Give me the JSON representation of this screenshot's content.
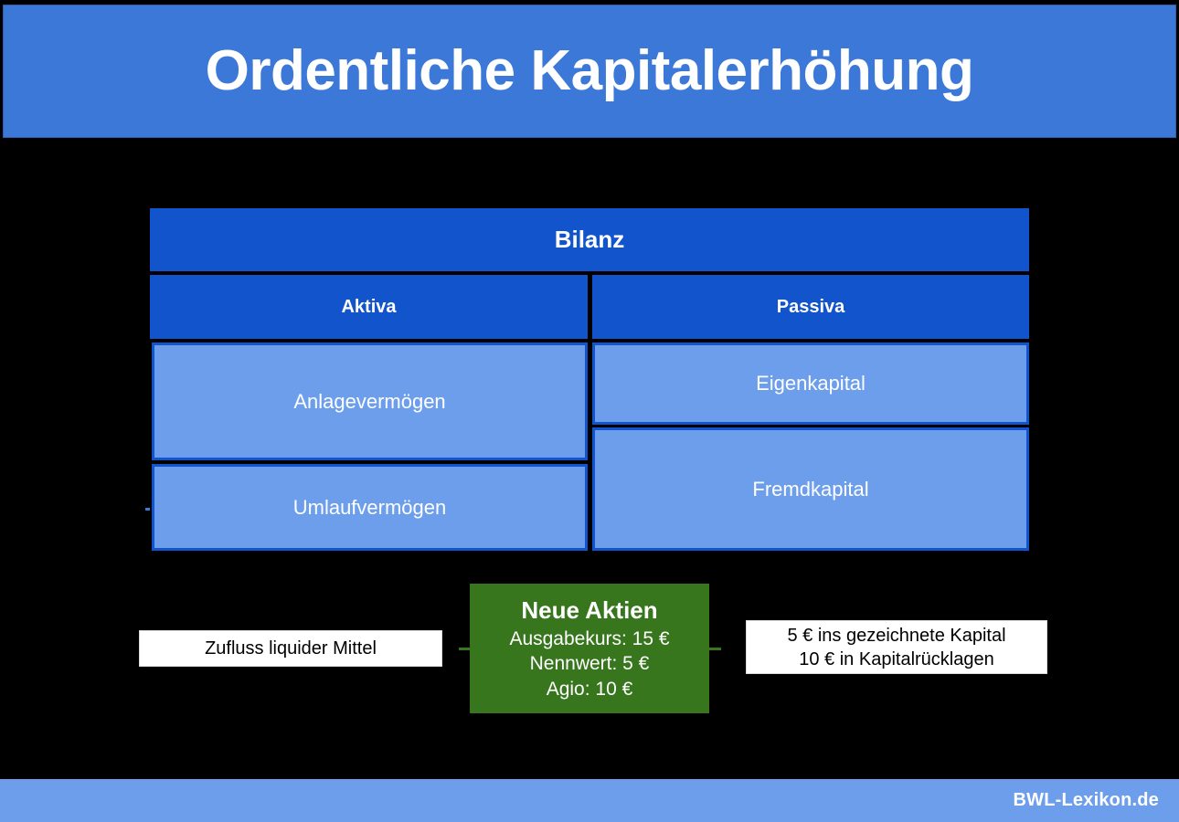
{
  "header": {
    "title": "Ordentliche Kapitalerhöhung",
    "background_color": "#3c78d8",
    "text_color": "#ffffff"
  },
  "balance_sheet": {
    "title": "Bilanz",
    "header_color": "#1154cc",
    "cell_color": "#6d9eeb",
    "columns": [
      {
        "name": "aktiva",
        "label": "Aktiva",
        "items": [
          {
            "name": "anlagevermoegen",
            "label": "Anlagevermögen"
          },
          {
            "name": "umlaufvermoegen",
            "label": "Umlaufvermögen"
          }
        ]
      },
      {
        "name": "passiva",
        "label": "Passiva",
        "items": [
          {
            "name": "eigenkapital",
            "label": "Eigenkapital"
          },
          {
            "name": "fremdkapital",
            "label": "Fremdkapital"
          }
        ]
      }
    ]
  },
  "new_shares": {
    "title": "Neue Aktien",
    "background_color": "#38761d",
    "lines": [
      "Ausgabekurs: 15 €",
      "Nennwert: 5 €",
      "Agio: 10 €"
    ]
  },
  "inflow_box": {
    "label": "Zufluss liquider Mittel"
  },
  "allocation_box": {
    "line1": "5 € ins gezeichnete Kapital",
    "line2": "10 € in Kapitalrücklagen"
  },
  "footer": {
    "brand": "BWL-Lexikon.de",
    "background_color": "#6d9eeb"
  }
}
